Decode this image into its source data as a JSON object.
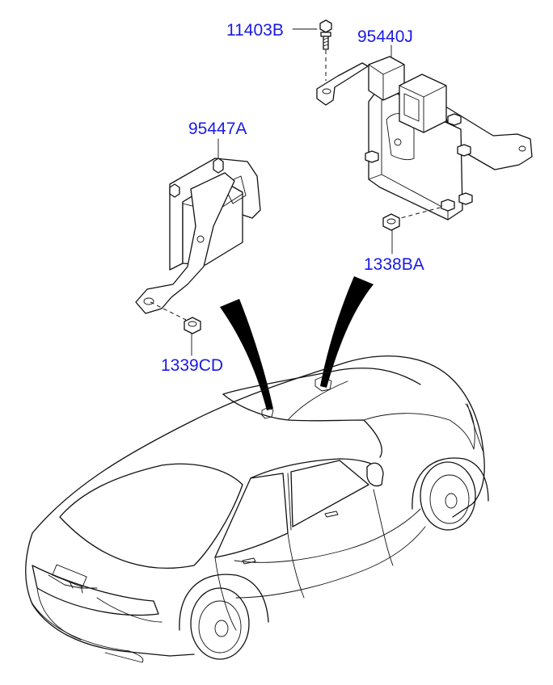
{
  "labels": {
    "bolt": "11403B",
    "module_main": "95440J",
    "bracket_module": "95447A",
    "nut_right": "1338BA",
    "nut_left": "1339CD"
  },
  "colors": {
    "label": "#1a1ae6",
    "line": "#111111",
    "background": "#ffffff"
  }
}
